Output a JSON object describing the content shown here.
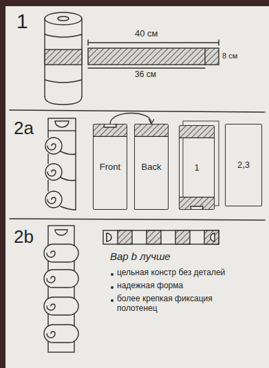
{
  "diagram": {
    "nodes": [
      {
        "text": [
          "Front"
        ]
      },
      {
        "text": [
          "Back"
        ]
      },
      {
        "text": [
          "1"
        ]
      },
      {
        "text": [
          "2,3"
        ]
      }
    ],
    "edges": [
      {
        "from": 0,
        "to": 1,
        "arrow": "to"
      }
    ],
    "labels": [
      "1",
      "40 см",
      "8 см",
      "36 см",
      "2a",
      "2b",
      "Вар b лучше",
      "цельная констр без деталей",
      "надежная форма",
      "более крепкая фиксация полотенец"
    ]
  }
}
